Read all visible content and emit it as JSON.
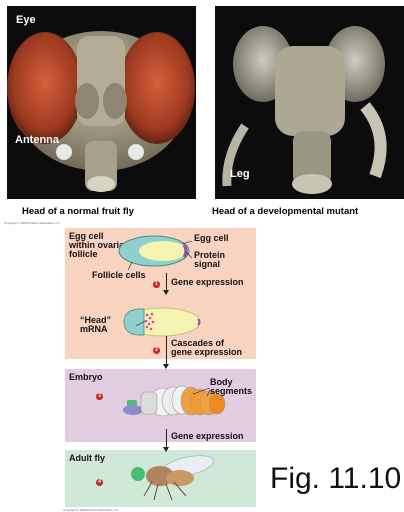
{
  "photos": {
    "normal": {
      "labels": {
        "eye": "Eye",
        "antenna": "Antenna"
      },
      "caption": "Head of a normal fruit fly"
    },
    "mutant": {
      "labels": {
        "leg": "Leg"
      },
      "caption": "Head of a developmental mutant"
    }
  },
  "copyright": "Copyright © 2009 Pearson Education, Inc.",
  "panels": {
    "egg": {
      "title_lines": [
        "Egg cell",
        "within ovarian",
        "follicle"
      ],
      "egg_cell_label": "Egg cell",
      "protein_signal_lines": [
        "Protein",
        "signal"
      ],
      "follicle_cells_label": "Follicle cells",
      "head_mrna_lines": [
        "“Head”",
        "mRNA"
      ]
    },
    "embryo": {
      "title": "Embryo",
      "body_segments_lines": [
        "Body",
        "segments"
      ]
    },
    "adult": {
      "title": "Adult fly"
    }
  },
  "steps": {
    "gene_expression_1": "Gene expression",
    "cascades_lines": [
      "Cascades of",
      "gene expression"
    ],
    "gene_expression_2": "Gene expression",
    "numbers": [
      "1",
      "2",
      "3",
      "4"
    ]
  },
  "figure_label": "Fig. 11.10",
  "colors": {
    "egg_panel": "#f8d4c0",
    "embryo_panel": "#e2cce0",
    "adult_panel": "#d0e8d8",
    "step_marker": "#cc2222"
  }
}
